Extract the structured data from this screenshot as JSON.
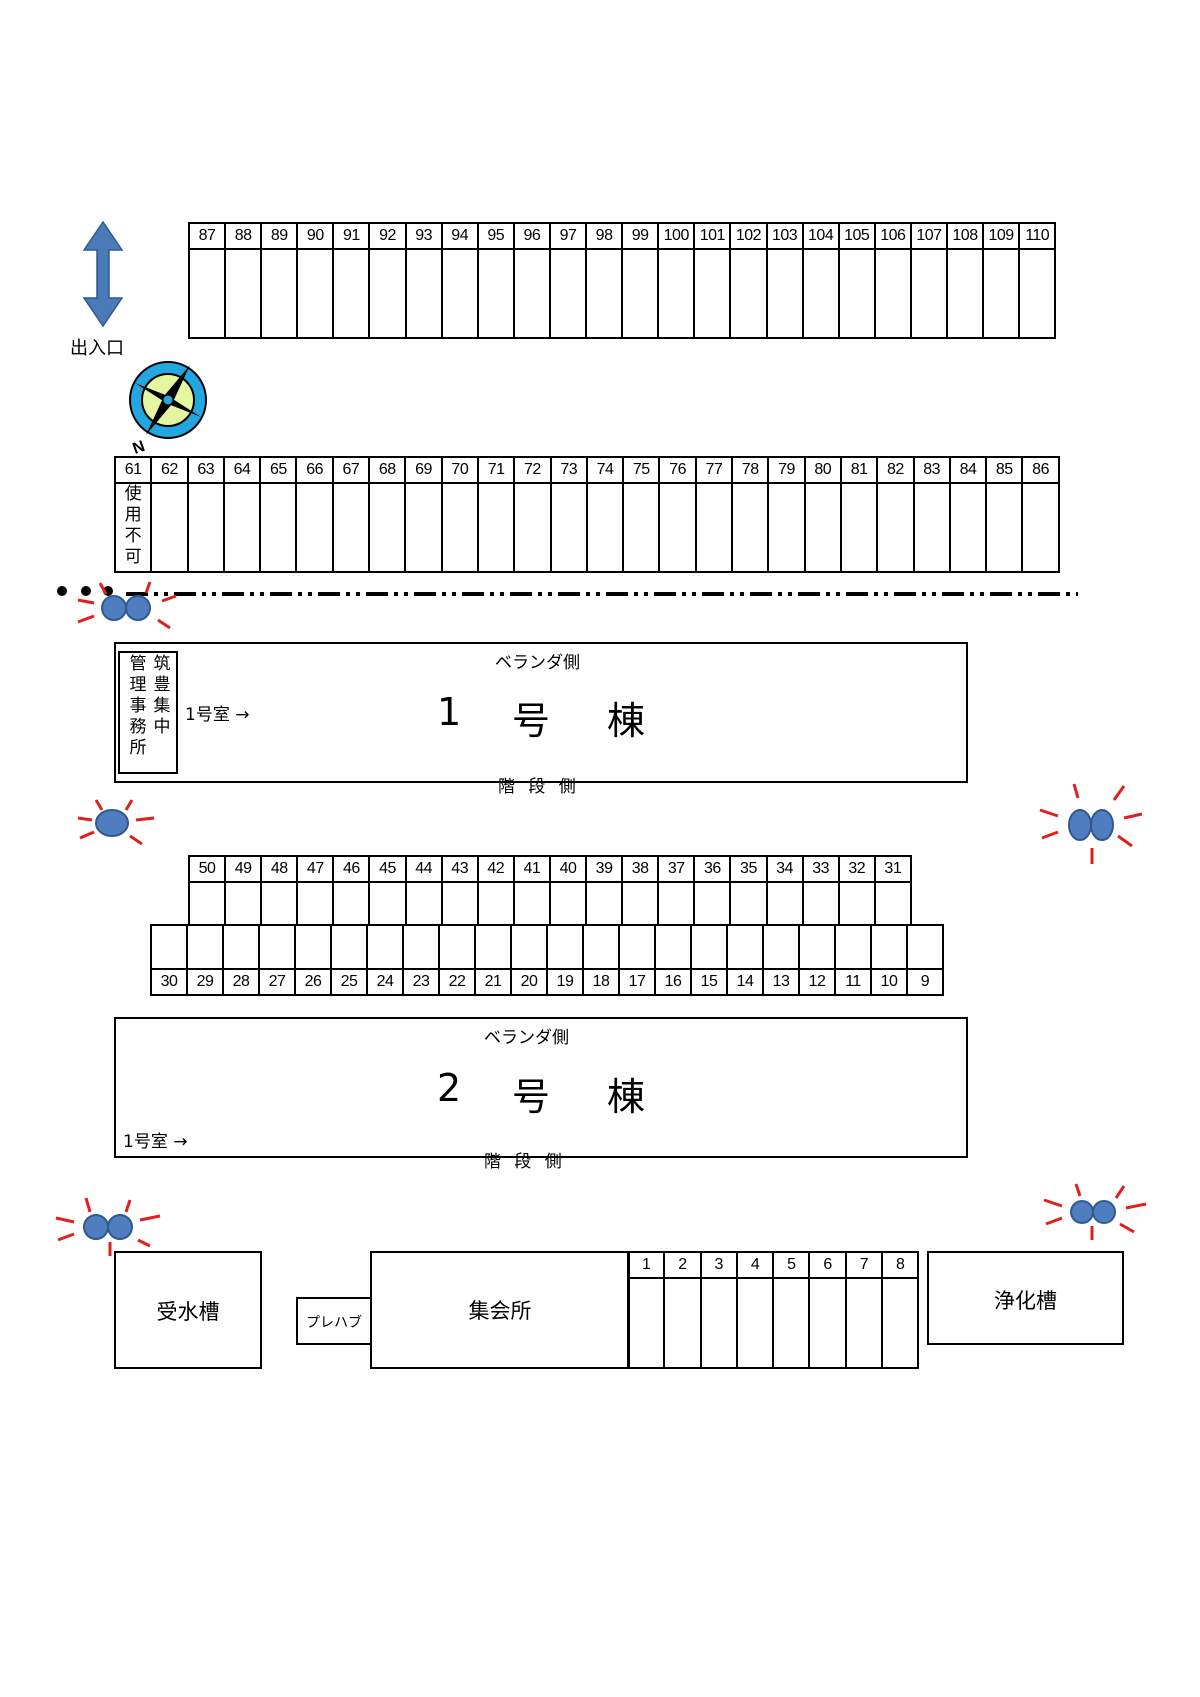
{
  "entrance_label": "出入口",
  "top_row_numbers": [
    "87",
    "88",
    "89",
    "90",
    "91",
    "92",
    "93",
    "94",
    "95",
    "96",
    "97",
    "98",
    "99",
    "100",
    "101",
    "102",
    "103",
    "104",
    "105",
    "106",
    "107",
    "108",
    "109",
    "110"
  ],
  "second_row_numbers": [
    "61",
    "62",
    "63",
    "64",
    "65",
    "66",
    "67",
    "68",
    "69",
    "70",
    "71",
    "72",
    "73",
    "74",
    "75",
    "76",
    "77",
    "78",
    "79",
    "80",
    "81",
    "82",
    "83",
    "84",
    "85",
    "86"
  ],
  "unusable_label": "使\n用\n不\n可",
  "building1": {
    "office_col1": "管\n理\n事\n務\n所",
    "office_col2": "筑\n豊\n集\n中",
    "room_label": "1号室 →",
    "veranda": "ベランダ側",
    "title_num": "1",
    "title_go": "号",
    "title_to": "棟",
    "stairs": "階 段 側"
  },
  "middle_upper_numbers": [
    "50",
    "49",
    "48",
    "47",
    "46",
    "45",
    "44",
    "43",
    "42",
    "41",
    "40",
    "39",
    "38",
    "37",
    "36",
    "35",
    "34",
    "33",
    "32",
    "31"
  ],
  "middle_lower_numbers": [
    "30",
    "29",
    "28",
    "27",
    "26",
    "25",
    "24",
    "23",
    "22",
    "21",
    "20",
    "19",
    "18",
    "17",
    "16",
    "15",
    "14",
    "13",
    "12",
    "11",
    "10",
    "9"
  ],
  "building2": {
    "room_label": "1号室 →",
    "veranda": "ベランダ側",
    "title_num": "2",
    "title_go": "号",
    "title_to": "棟",
    "stairs": "階 段 側"
  },
  "bottom_row_numbers": [
    "1",
    "2",
    "3",
    "4",
    "5",
    "6",
    "7",
    "8"
  ],
  "water_tank": "受水槽",
  "prefab": "プレハブ",
  "meeting_hall": "集会所",
  "septic_tank": "浄化槽",
  "colors": {
    "arrow": "#4a7ab8",
    "camera": "#4f7dbf",
    "camera_rays": "#e02020",
    "compass_outer": "#22a7e0",
    "compass_inner": "#e4f7a0"
  }
}
